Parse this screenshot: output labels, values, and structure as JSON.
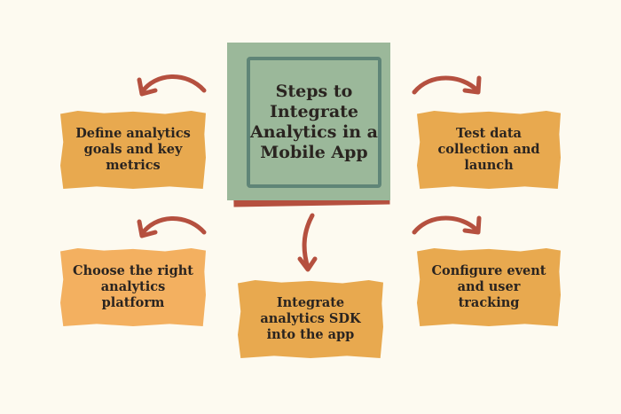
{
  "title": "Steps to Integrate Analytics in a Mobile App",
  "steps": [
    "Define analytics goals and key metrics",
    "Choose the right analytics platform",
    "Integrate analytics SDK into the app",
    "Configure event and user tracking",
    "Test data collection and launch"
  ],
  "colors": {
    "background": "#fdfaf0",
    "box": "#e8a94f",
    "box_light": "#f3b060",
    "center": "#9bb89a",
    "center_border": "#5f8577",
    "arrow": "#b5503f"
  }
}
